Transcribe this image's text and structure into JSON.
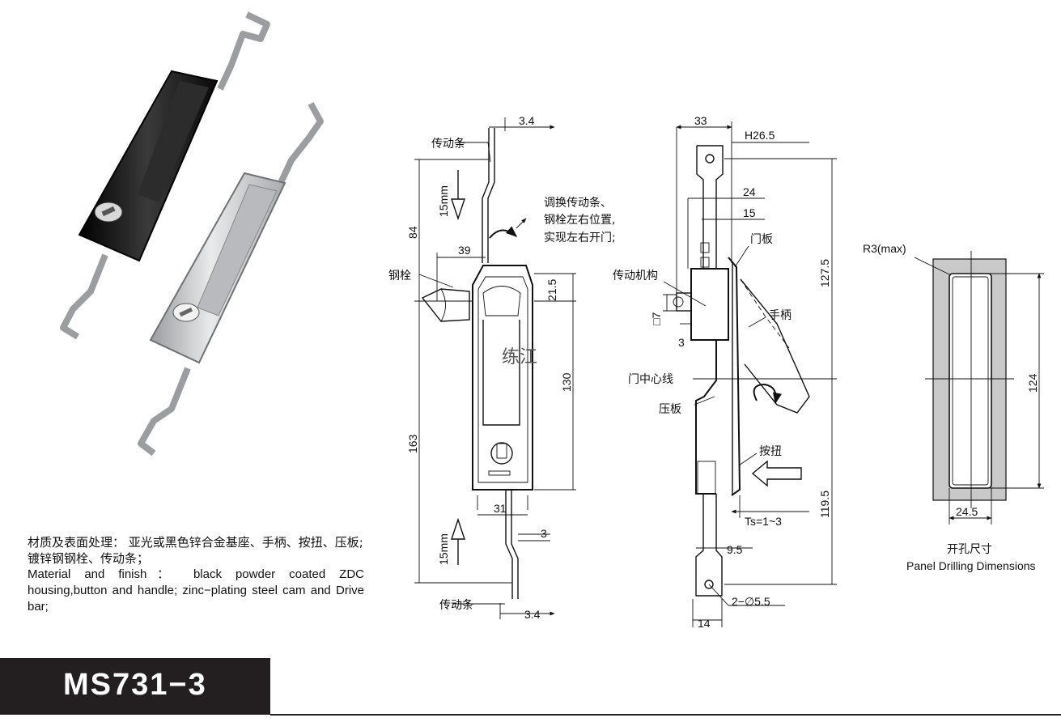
{
  "labels": {
    "drive_bar_top": "传动条",
    "drive_bar_bottom": "传动条",
    "steel_bolt": "钢栓",
    "swap_note_1": "调换传动条、",
    "swap_note_2": "钢栓左右位置,",
    "swap_note_3": "实现左右开门;",
    "watermark": "练江",
    "door_panel": "门板",
    "drive_mechanism": "传动机构",
    "handle": "手柄",
    "door_center_line": "门中心线",
    "pressure_plate": "压板",
    "button": "按扭",
    "cutout_title": "开孔尺寸",
    "cutout_subtitle": "Panel Drilling Dimensions"
  },
  "dims": {
    "d_3_4_top": "3.4",
    "d_15mm_top": "15mm",
    "d_84": "84",
    "d_39": "39",
    "d_21_5": "21.5",
    "d_130": "130",
    "d_163": "163",
    "d_31": "31",
    "d_3": "3",
    "d_15mm_bottom": "15mm",
    "d_3_4_bottom": "3.4",
    "d_33": "33",
    "d_h26_5": "H26.5",
    "d_24": "24",
    "d_15": "15",
    "d_127_5": "127.5",
    "d_sq7": "□7",
    "d_3_side": "3",
    "d_119_5": "119.5",
    "d_ts": "Ts=1~3",
    "d_9_5": "9.5",
    "d_holes": "2−∅5.5",
    "d_14": "14",
    "d_r3": "R3(max)",
    "d_124": "124",
    "d_24_5": "24.5"
  },
  "description": {
    "cn": "材质及表面处理： 亚光或黑色锌合金基座、手柄、按扭、压板;镀锌钢钢栓、传动条；",
    "en": "Material and finish： black powder coated ZDC housing,button and handle; zinc−plating steel cam and Drive bar;"
  },
  "model": "MS731−3",
  "colors": {
    "ink": "#111111",
    "bar": "#231f20",
    "panel_gray": "#c9c9c9",
    "black_housing": "#141414",
    "silver_housing": "#cfd1d3"
  }
}
